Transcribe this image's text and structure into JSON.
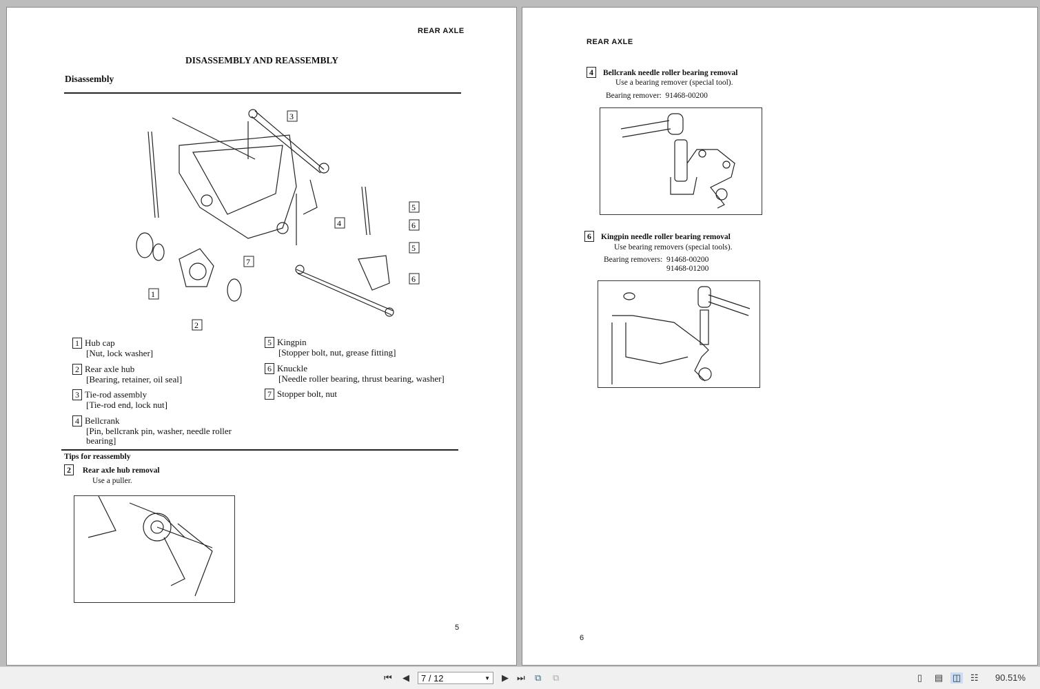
{
  "left_page": {
    "header": "REAR AXLE",
    "title": "DISASSEMBLY AND REASSEMBLY",
    "section": "Disassembly",
    "callouts": [
      "1",
      "2",
      "3",
      "4",
      "5",
      "6",
      "5",
      "6",
      "7"
    ],
    "legend": [
      {
        "num": "1",
        "name": "Hub cap",
        "detail": "[Nut, lock washer]"
      },
      {
        "num": "2",
        "name": "Rear axle hub",
        "detail": "[Bearing, retainer, oil seal]"
      },
      {
        "num": "3",
        "name": "Tie-rod assembly",
        "detail": "[Tie-rod end, lock nut]"
      },
      {
        "num": "4",
        "name": "Bellcrank",
        "detail": "[Pin, bellcrank pin, washer, needle roller bearing]"
      },
      {
        "num": "5",
        "name": "Kingpin",
        "detail": "[Stopper bolt, nut, grease fitting]"
      },
      {
        "num": "6",
        "name": "Knuckle",
        "detail": "[Needle roller bearing, thrust bearing, washer]"
      },
      {
        "num": "7",
        "name": "Stopper bolt, nut",
        "detail": ""
      }
    ],
    "tips_title": "Tips for reassembly",
    "tip": {
      "num": "2",
      "title": "Rear axle  hub removal",
      "text": "Use a puller."
    },
    "page_number": "5"
  },
  "right_page": {
    "header": "REAR AXLE",
    "items": [
      {
        "num": "4",
        "title": "Bellcrank needle roller bearing removal",
        "text": "Use a bearing remover (special tool).",
        "tool_label": "Bearing remover:",
        "tool_numbers": [
          "91468-00200"
        ]
      },
      {
        "num": "6",
        "title": "Kingpin needle roller bearing removal",
        "text": "Use bearing removers (special tools).",
        "tool_label": "Bearing removers:",
        "tool_numbers": [
          "91468-00200",
          "91468-01200"
        ]
      }
    ],
    "page_number": "6"
  },
  "toolbar": {
    "page_field": "7 / 12",
    "zoom": "90.51%"
  }
}
